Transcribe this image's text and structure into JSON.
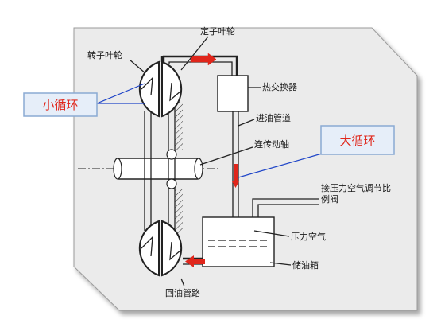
{
  "labels": {
    "stator_impeller": "定子叶轮",
    "rotor_impeller": "转子叶轮",
    "heat_exchanger": "热交换器",
    "inlet_pipe": "进油管道",
    "drive_shaft": "连传动轴",
    "pressure_regulator_line1": "接压力空气调节比",
    "pressure_regulator_line2": "例阀",
    "pressure_air": "压力空气",
    "oil_tank": "储油箱",
    "return_pipe": "回油管路"
  },
  "callouts": {
    "small_loop": "小循环",
    "big_loop": "大循环"
  },
  "colors": {
    "background_panel": "#ebebeb",
    "callout_fill": "#e6eef9",
    "callout_border": "#8aaad3",
    "callout_text": "#e0261b",
    "flow_arrow": "#e0261b",
    "leader_line": "#1f45c8"
  }
}
